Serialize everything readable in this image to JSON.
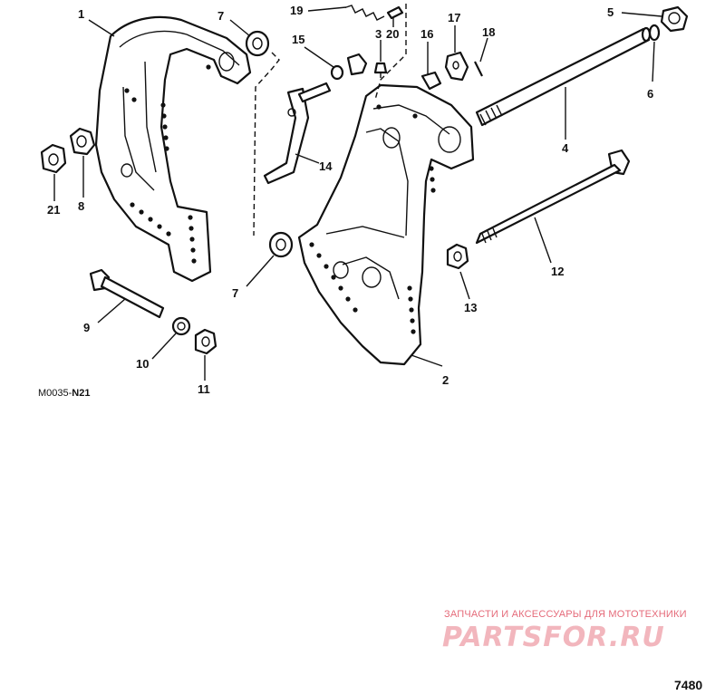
{
  "drawing": {
    "code_prefix": "M0035-",
    "code_suffix": "N21",
    "page_number": "7480"
  },
  "watermark": {
    "tagline": "ЗАПЧАСТИ И АКСЕССУАРЫ ДЛЯ МОТОТЕХНИКИ",
    "logo": "PARTSFOR.RU"
  },
  "callouts": [
    "1",
    "2",
    "3",
    "4",
    "5",
    "6",
    "7",
    "7",
    "8",
    "9",
    "10",
    "11",
    "12",
    "13",
    "14",
    "15",
    "16",
    "17",
    "18",
    "19",
    "20",
    "21"
  ]
}
